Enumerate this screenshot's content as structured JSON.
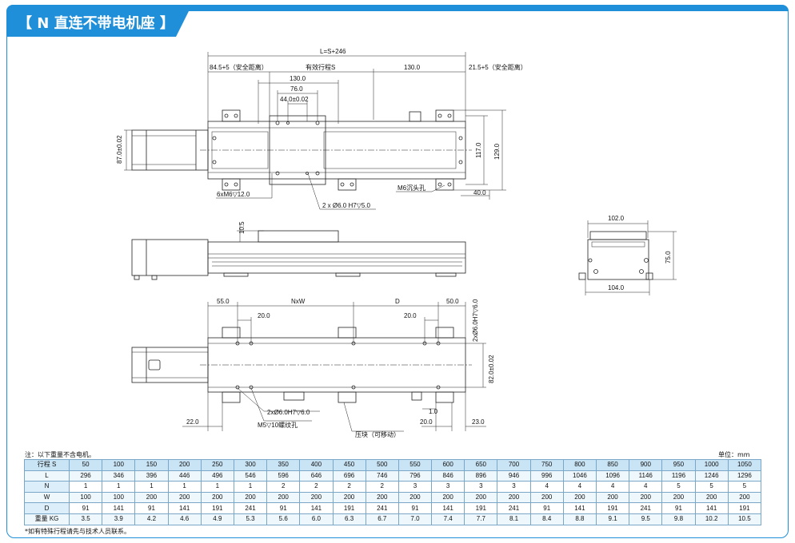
{
  "title": "【 N 直连不带电机座 】",
  "top_view": {
    "overall": "L=S+246",
    "left_margin": "84.5+5（安全距离）",
    "stroke": "有效行程S",
    "dim_130_right": "130.0",
    "right_margin": "21.5+5（安全距离）",
    "dim_130_top": "130.0",
    "dim_76": "76.0",
    "dim_44": "44.0±0.02",
    "dim_87": "87.0±0.02",
    "dim_117": "117.0",
    "dim_129": "129.0",
    "dim_40": "40.0",
    "callout_m6_12": "6xM6▽12.0",
    "callout_pin": "2 x Ø6.0 H7▽5.0",
    "callout_counterbore": "M6沉头孔"
  },
  "side_view": {
    "dim_10_5": "10.5"
  },
  "end_view": {
    "dim_102": "102.0",
    "dim_75": "75.0",
    "dim_104": "104.0"
  },
  "bottom_view": {
    "dim_55": "55.0",
    "dim_nxw": "NxW",
    "dim_d": "D",
    "dim_50": "50.0",
    "dim_20_a": "20.0",
    "dim_20_b": "20.0",
    "dim_pin_v": "2xØ6.0H7▽6.0",
    "dim_82": "82.0±0.02",
    "dim_1": "1.0",
    "dim_22": "22.0",
    "dim_20_c": "20.0",
    "dim_23": "23.0",
    "callout_pin2": "2xØ6.0H7▽6.0",
    "callout_m5": "M5▽10螺纹孔",
    "callout_block": "压块（可移动）"
  },
  "table_note": "注：以下重量不含电机。",
  "unit": "单位：mm",
  "footnote": "*如有特殊行程请先与技术人员联系。",
  "table": {
    "rows": [
      {
        "label": "行程 S",
        "values": [
          "50",
          "100",
          "150",
          "200",
          "250",
          "300",
          "350",
          "400",
          "450",
          "500",
          "550",
          "600",
          "650",
          "700",
          "750",
          "800",
          "850",
          "900",
          "950",
          "1000",
          "1050"
        ]
      },
      {
        "label": "L",
        "values": [
          "296",
          "346",
          "396",
          "446",
          "496",
          "546",
          "596",
          "646",
          "696",
          "746",
          "796",
          "846",
          "896",
          "946",
          "996",
          "1046",
          "1096",
          "1146",
          "1196",
          "1246",
          "1296"
        ]
      },
      {
        "label": "N",
        "values": [
          "1",
          "1",
          "1",
          "1",
          "1",
          "1",
          "2",
          "2",
          "2",
          "2",
          "3",
          "3",
          "3",
          "3",
          "4",
          "4",
          "4",
          "4",
          "5",
          "5",
          "5"
        ]
      },
      {
        "label": "W",
        "values": [
          "100",
          "100",
          "200",
          "200",
          "200",
          "200",
          "200",
          "200",
          "200",
          "200",
          "200",
          "200",
          "200",
          "200",
          "200",
          "200",
          "200",
          "200",
          "200",
          "200",
          "200"
        ]
      },
      {
        "label": "D",
        "values": [
          "91",
          "141",
          "91",
          "141",
          "191",
          "241",
          "91",
          "141",
          "191",
          "241",
          "91",
          "141",
          "191",
          "241",
          "91",
          "141",
          "191",
          "241",
          "91",
          "141",
          "191"
        ]
      },
      {
        "label": "重量 KG",
        "values": [
          "3.5",
          "3.9",
          "4.2",
          "4.6",
          "4.9",
          "5.3",
          "5.6",
          "6.0",
          "6.3",
          "6.7",
          "7.0",
          "7.4",
          "7.7",
          "8.1",
          "8.4",
          "8.8",
          "9.1",
          "9.5",
          "9.8",
          "10.2",
          "10.5"
        ]
      }
    ]
  }
}
